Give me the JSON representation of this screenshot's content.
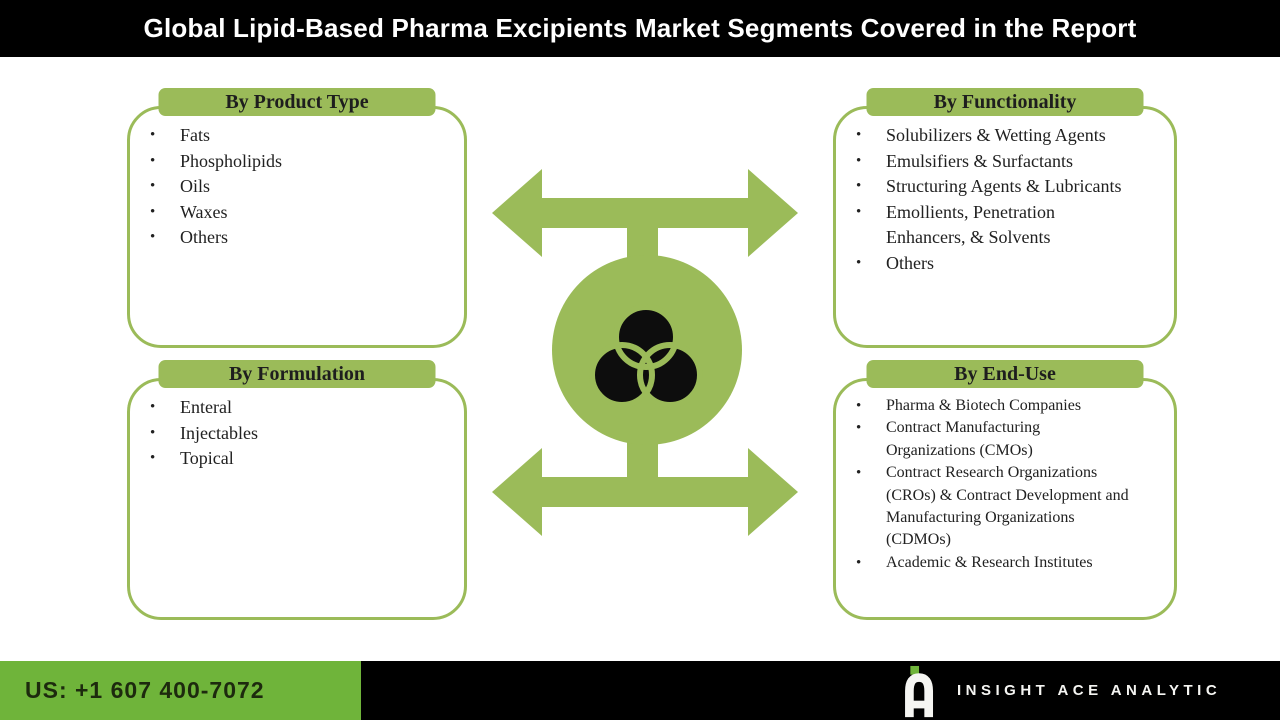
{
  "header": {
    "title": "Global Lipid-Based Pharma Excipients Market Segments Covered in the Report"
  },
  "boxes": [
    {
      "id": "product-type",
      "title": "By Product Type",
      "items": [
        "Fats",
        "Phospholipids",
        "Oils",
        "Waxes",
        "Others"
      ]
    },
    {
      "id": "functionality",
      "title": "By Functionality",
      "items": [
        "Solubilizers & Wetting Agents",
        "Emulsifiers & Surfactants",
        "Structuring Agents & Lubricants",
        "Emollients, Penetration Enhancers, & Solvents",
        "Others"
      ]
    },
    {
      "id": "formulation",
      "title": "By Formulation",
      "items": [
        "Enteral",
        "Injectables",
        "Topical"
      ]
    },
    {
      "id": "end-use",
      "title": "By End-Use",
      "items": [
        "Pharma & Biotech Companies",
        "Contract Manufacturing Organizations (CMOs)",
        "Contract Research Organizations (CROs) & Contract Development and Manufacturing Organizations (CDMOs)",
        "Academic & Research Institutes"
      ]
    }
  ],
  "center": {
    "icon": "venn-diagram-icon",
    "arrow_icon": "double-headed-arrow-icon"
  },
  "footer": {
    "phone": "US: +1 607 400-7072",
    "brand": "INSIGHT ACE ANALYTIC"
  },
  "colors": {
    "olive_green": "#9bbb59",
    "bright_green": "#6fb43a",
    "bar_black": "#000000",
    "title_text": "#ffffff"
  }
}
